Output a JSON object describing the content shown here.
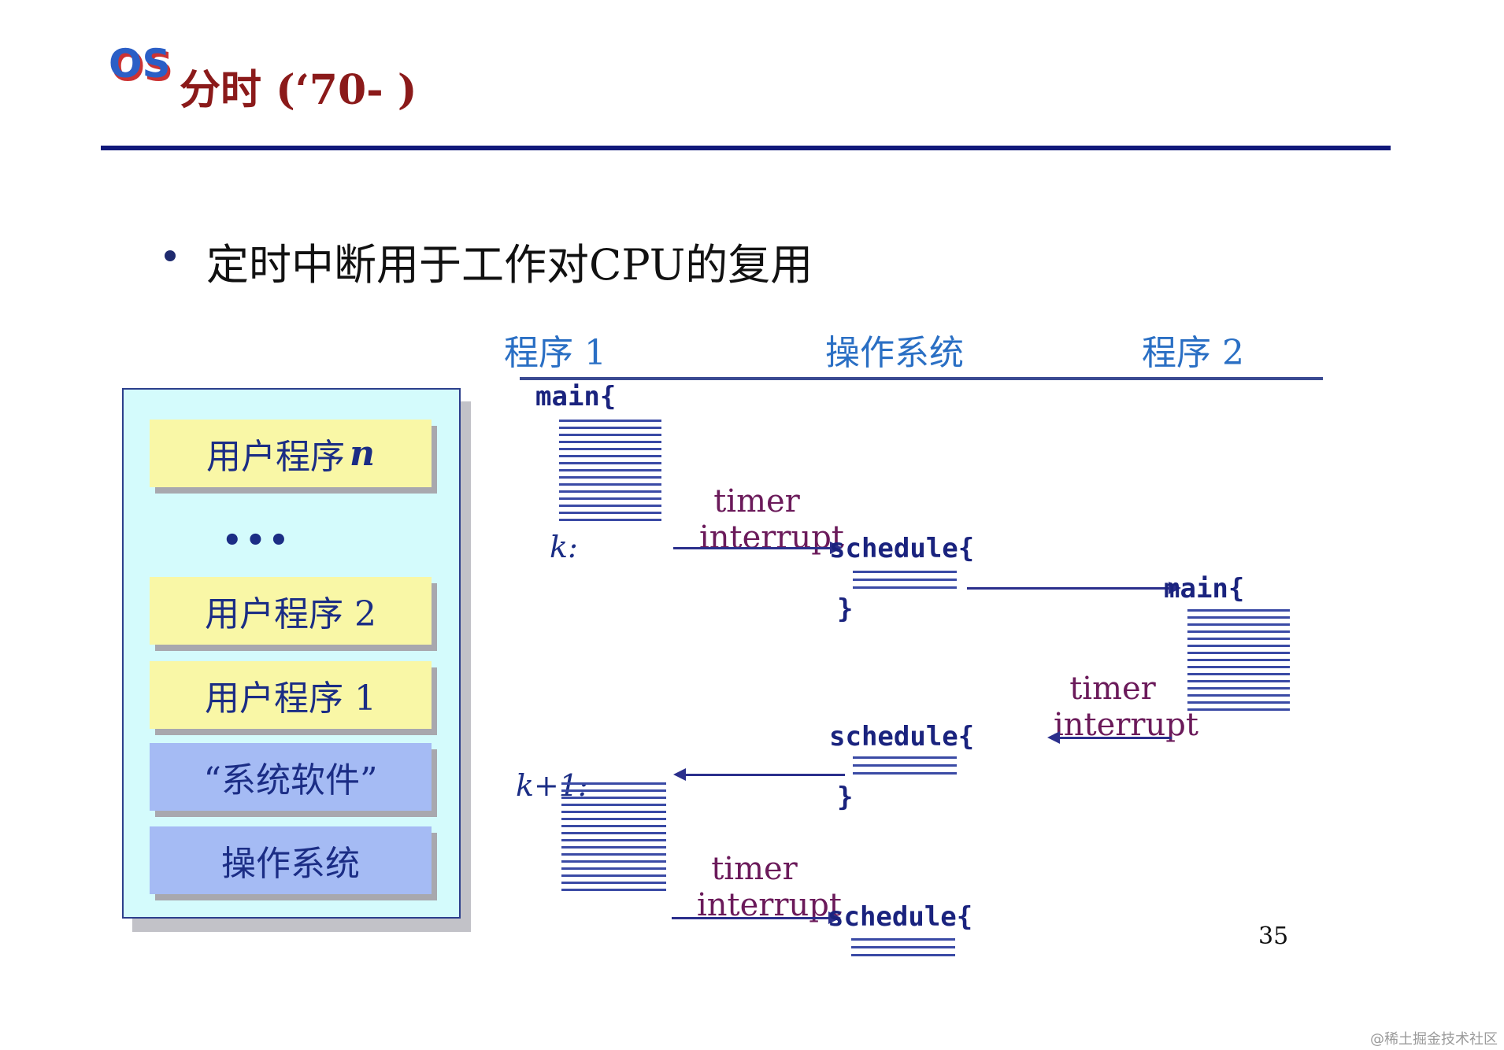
{
  "header": {
    "logo_text": "OS",
    "title": "分时 (‘70- )"
  },
  "bullet": "定时中断用于工作对CPU的复用",
  "columns": {
    "program1": "程序 1",
    "os": "操作系统",
    "program2": "程序 2"
  },
  "stack": {
    "items": [
      {
        "label": "用户程序",
        "suffix": "n",
        "kind": "user"
      },
      {
        "label": "•••",
        "kind": "ellipsis"
      },
      {
        "label": "用户程序 2",
        "kind": "user"
      },
      {
        "label": "用户程序 1",
        "kind": "user"
      },
      {
        "label": "“系统软件”",
        "kind": "system"
      },
      {
        "label": "操作系统",
        "kind": "system"
      }
    ]
  },
  "timeline": {
    "main1": "main{",
    "k_label": "k:",
    "k1_label": "k+1:",
    "schedule": "schedule{",
    "close_brace": "}",
    "main2": "main{",
    "timer": "timer",
    "interrupt": "interrupt"
  },
  "page_number": "35",
  "watermark": "@稀土掘金技术社区",
  "colors": {
    "title": "#8b1a1a",
    "rule": "#10187a",
    "column_head": "#2a6fc4",
    "user_box": "#f9f7a6",
    "system_box": "#a5bbf4",
    "stack_bg": "#d4fbfc",
    "interrupt_text": "#6b1a5a"
  }
}
